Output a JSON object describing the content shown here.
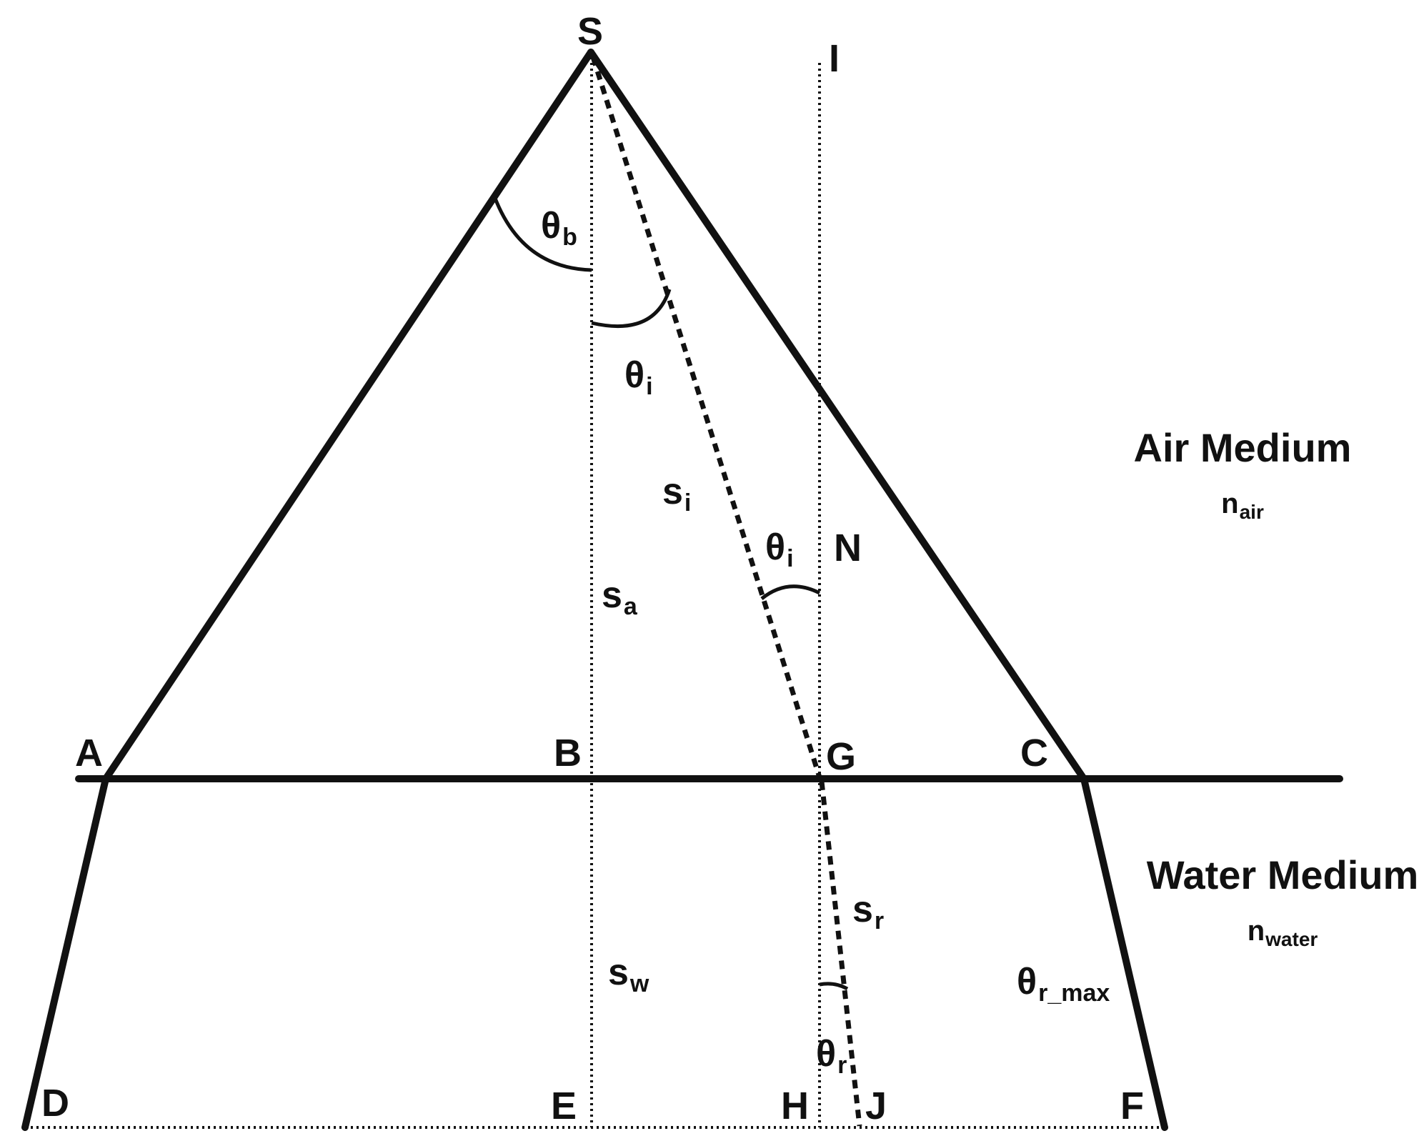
{
  "points": {
    "S": "S",
    "I": "I",
    "N": "N",
    "A": "A",
    "B": "B",
    "G": "G",
    "C": "C",
    "D": "D",
    "E": "E",
    "H": "H",
    "J": "J",
    "F": "F"
  },
  "angles": {
    "theta_b": {
      "symbol": "θ",
      "sub": "b"
    },
    "theta_i_top": {
      "symbol": "θ",
      "sub": "i"
    },
    "theta_i_mid": {
      "symbol": "θ",
      "sub": "i"
    },
    "theta_r": {
      "symbol": "θ",
      "sub": "r"
    },
    "theta_r_max": {
      "symbol": "θ",
      "sub": "r_max"
    }
  },
  "segments": {
    "s_i": {
      "symbol": "s",
      "sub": "i"
    },
    "s_a": {
      "symbol": "s",
      "sub": "a"
    },
    "s_r": {
      "symbol": "s",
      "sub": "r"
    },
    "s_w": {
      "symbol": "s",
      "sub": "w"
    }
  },
  "media": {
    "air": {
      "title": "Air Medium",
      "index": "n",
      "index_sub": "air"
    },
    "water": {
      "title": "Water Medium",
      "index": "n",
      "index_sub": "water"
    }
  }
}
